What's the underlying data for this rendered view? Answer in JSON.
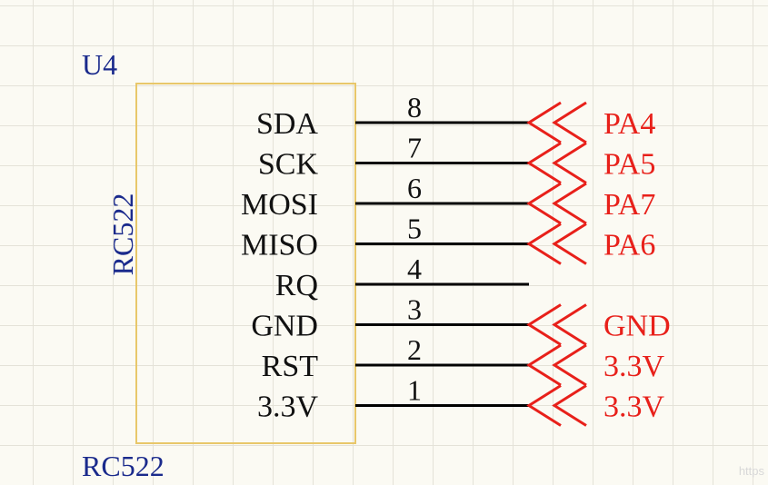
{
  "component": {
    "designator": "U4",
    "comment": "RC522",
    "footprint_name": "RC522"
  },
  "pins": [
    {
      "name": "SDA",
      "number": "8",
      "net": "PA4"
    },
    {
      "name": "SCK",
      "number": "7",
      "net": "PA5"
    },
    {
      "name": "MOSI",
      "number": "6",
      "net": "PA7"
    },
    {
      "name": "MISO",
      "number": "5",
      "net": "PA6"
    },
    {
      "name": "RQ",
      "number": "4",
      "net": ""
    },
    {
      "name": "GND",
      "number": "3",
      "net": "GND"
    },
    {
      "name": "RST",
      "number": "2",
      "net": "3.3V"
    },
    {
      "name": "3.3V",
      "number": "1",
      "net": "3.3V"
    }
  ],
  "watermark": "https",
  "colors": {
    "body_outline": "#e8c76a",
    "designator": "#1a2a8c",
    "net_label": "#e8201a",
    "wire": "#000000"
  }
}
